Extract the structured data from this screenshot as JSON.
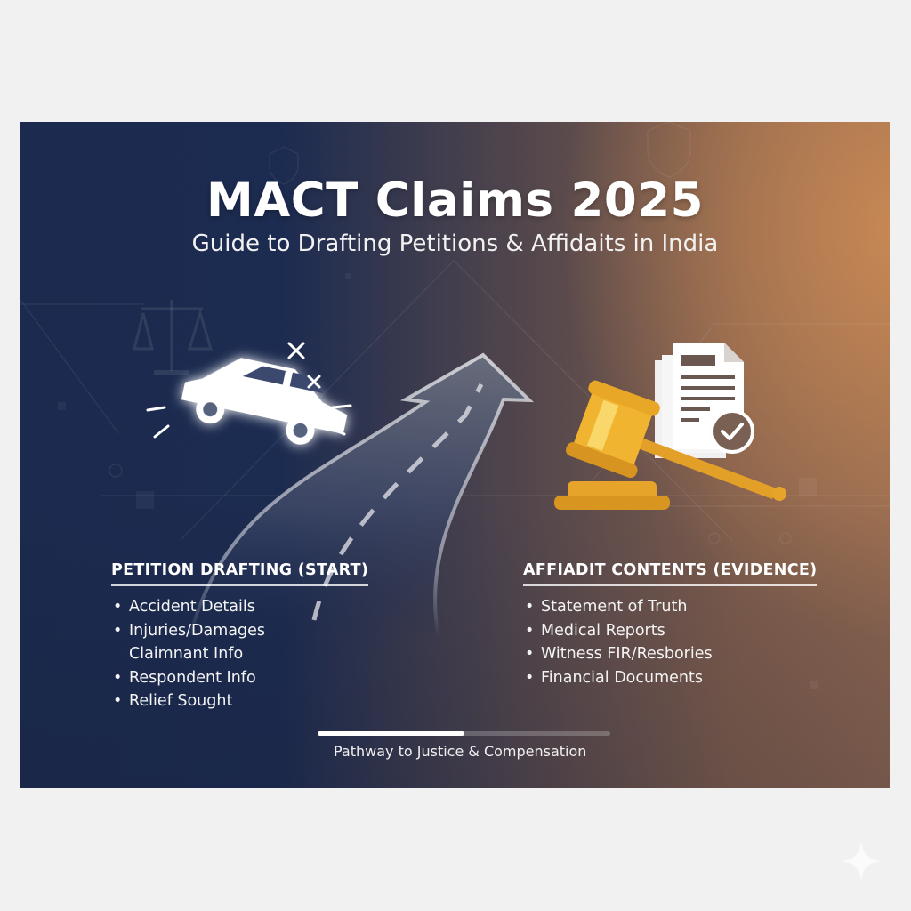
{
  "header": {
    "title": "MACT Claims 2025",
    "subtitle": "Guide to Drafting Petitions & Affidaits in India"
  },
  "sections": {
    "petition": {
      "heading": "PETITION DRAFTING (START)",
      "items": [
        {
          "text": "Accident Details",
          "bullet": true
        },
        {
          "text": "Injuries/Damages",
          "bullet": true
        },
        {
          "text": "Claimnant Info",
          "bullet": false
        },
        {
          "text": "Respondent Info",
          "bullet": true
        },
        {
          "text": "Relief Sought",
          "bullet": true
        }
      ]
    },
    "affidavit": {
      "heading": "AFFIADIT CONTENTS (EVIDENCE)",
      "items": [
        {
          "text": "Statement of Truth",
          "bullet": true
        },
        {
          "text": "Medical Reports",
          "bullet": true
        },
        {
          "text": "Witness FIR/Resbories",
          "bullet": true
        },
        {
          "text": "Financial Documents",
          "bullet": true
        }
      ]
    }
  },
  "progress": {
    "percent": 50,
    "caption": "Pathway to Justice & Compensation"
  },
  "icons": {
    "left": "crashed-car-icon",
    "center": "road-arrow-icon",
    "right": "gavel-documents-icon",
    "background": [
      "scales-of-justice-icon",
      "shield-icon"
    ],
    "corner": "sparkle-icon"
  },
  "colors": {
    "navy": "#1b2a4e",
    "copper": "#c98954",
    "gold": "#e8a726",
    "page_bg": "#f1f1f1"
  }
}
